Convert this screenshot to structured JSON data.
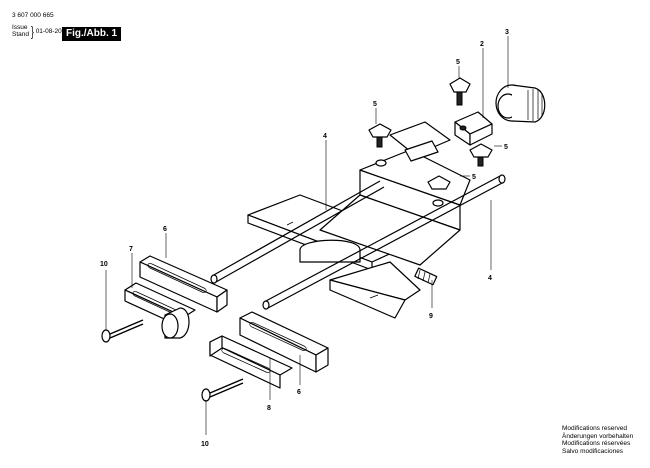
{
  "header": {
    "doc_number": "3 607 000 665",
    "issue_label": "Issue",
    "stand_label": "Stand",
    "issue_date": "01-08-20",
    "figure_label": "Fig./Abb. 1"
  },
  "callouts": {
    "c2": "2",
    "c3": "3",
    "c4a": "4",
    "c4b": "4",
    "c5a": "5",
    "c5b": "5",
    "c5c": "5",
    "c5d": "5",
    "c6a": "6",
    "c6b": "6",
    "c7": "7",
    "c8": "8",
    "c9": "9",
    "c10a": "10",
    "c10b": "10"
  },
  "notes": [
    "Modifications reserved",
    "Änderungen vorbehalten",
    "Modifications réservées",
    "Salvo modificaciones"
  ]
}
